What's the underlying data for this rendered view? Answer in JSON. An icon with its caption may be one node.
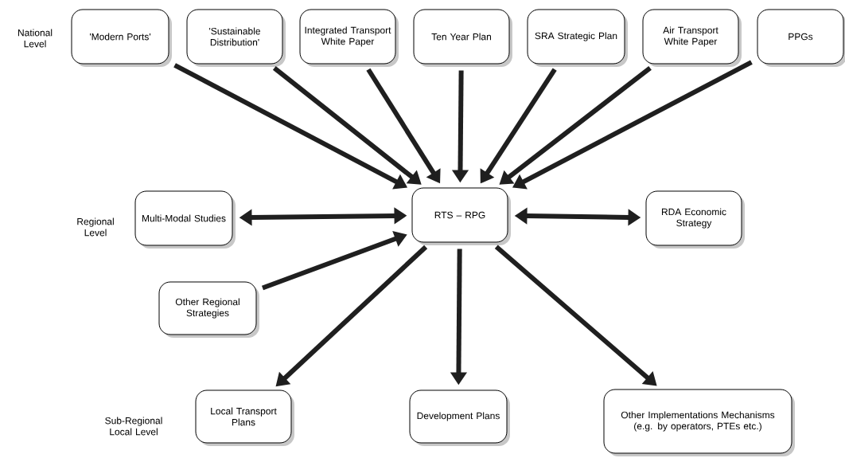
{
  "diagram": {
    "nodes": [
      {
        "text": [
          "'Modern Ports'"
        ]
      },
      {
        "text": [
          "'Sustainable Distribution'"
        ]
      },
      {
        "text": [
          "Integrated Transport White Paper"
        ]
      },
      {
        "text": [
          "Ten Year Plan"
        ]
      },
      {
        "text": [
          "SRA Strategic Plan"
        ]
      },
      {
        "text": [
          "Air Transport White Paper"
        ]
      },
      {
        "text": [
          "PPGs"
        ]
      },
      {
        "text": [
          "Multi-Modal Studies"
        ]
      },
      {
        "text": [
          "RTS – RPG"
        ]
      },
      {
        "text": [
          "RDA Economic Strategy"
        ]
      },
      {
        "text": [
          "Other Regional Strategies"
        ]
      },
      {
        "text": [
          "Local Transport Plans"
        ]
      },
      {
        "text": [
          "Development Plans"
        ]
      },
      {
        "text": [
          "Other Implementations Mechanisms (e.g. by operators, PTEs etc.)"
        ]
      }
    ],
    "edges": [
      {
        "from": 0,
        "to": 8,
        "arrow": "to"
      },
      {
        "from": 1,
        "to": 8,
        "arrow": "to"
      },
      {
        "from": 2,
        "to": 8,
        "arrow": "to"
      },
      {
        "from": 3,
        "to": 8,
        "arrow": "to"
      },
      {
        "from": 4,
        "to": 8,
        "arrow": "to"
      },
      {
        "from": 5,
        "to": 8,
        "arrow": "to"
      },
      {
        "from": 6,
        "to": 8,
        "arrow": "to"
      },
      {
        "from": 7,
        "to": 8,
        "arrow": "both"
      },
      {
        "from": 8,
        "to": 9,
        "arrow": "both"
      },
      {
        "from": 10,
        "to": 8,
        "arrow": "to"
      },
      {
        "from": 8,
        "to": 11,
        "arrow": "to"
      },
      {
        "from": 8,
        "to": 12,
        "arrow": "to"
      },
      {
        "from": 8,
        "to": 13,
        "arrow": "to"
      }
    ],
    "labels": [
      "National Level",
      "Regional Level",
      "Sub-Regional Local Level"
    ]
  }
}
